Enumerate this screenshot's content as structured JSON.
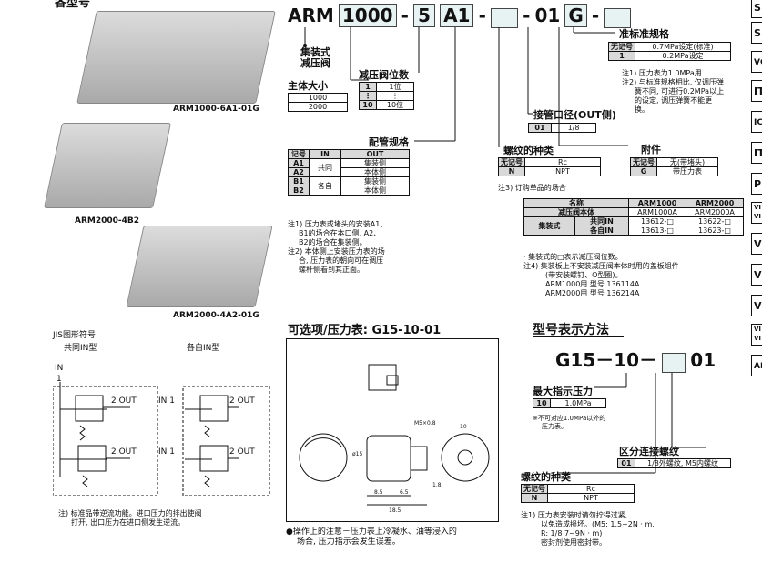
{
  "top_left_title": "各型号",
  "photos": [
    {
      "caption": "ARM1000-6A1-01G"
    },
    {
      "caption": "ARM2000-4B2"
    },
    {
      "caption": "ARM2000-4A2-01G"
    }
  ],
  "code": {
    "prefix": "ARM",
    "size": "1000",
    "stations": "5",
    "piping": "A1",
    "port": "01",
    "accessory": "G",
    "dash": "-"
  },
  "labels": {
    "series": "集装式\n减压阀",
    "body_size": "主体大小",
    "stations": "减压阀位数",
    "piping": "配管规格",
    "port": "接管口径(OUT侧)",
    "thread": "螺纹的种类",
    "accessory": "附件",
    "standard": "准标准规格"
  },
  "body_size_table": [
    "1000",
    "2000"
  ],
  "stations_table": [
    [
      "1",
      "1位"
    ],
    [
      "⋮",
      "⋮"
    ],
    [
      "10",
      "10位"
    ]
  ],
  "piping_table": {
    "headers": [
      "记号",
      "IN",
      "OUT"
    ],
    "rows": [
      [
        "A1",
        "共同",
        "集装侧"
      ],
      [
        "A2",
        "",
        "本体侧"
      ],
      [
        "B1",
        "各自",
        "集装侧"
      ],
      [
        "B2",
        "",
        "本体侧"
      ]
    ]
  },
  "piping_notes": [
    "注1) 压力表或堵头的安装A1、",
    "B1的场合在本口侧, A2、",
    "B2的场合在集装侧。",
    "注2) 本体侧上安装压力表的场",
    "合, 压力表的朝向可在调压",
    "螺杆侧看到其正面。"
  ],
  "port_table": [
    [
      "01",
      "1/8"
    ]
  ],
  "thread_table": {
    "header": "无记号",
    "rows": [
      [
        "无记号",
        "Rc"
      ],
      [
        "N",
        "NPT"
      ]
    ]
  },
  "accessory_table": [
    [
      "无记号",
      "无(带堵头)"
    ],
    [
      "G",
      "带压力表"
    ]
  ],
  "standard_table": [
    [
      "无记号",
      "0.7MPa设定(标准)"
    ],
    [
      "1",
      "0.2MPa设定"
    ]
  ],
  "standard_notes": [
    "注1) 压力表为1.0MPa用",
    "注2) 与标准规格相比, 仅调压弹",
    "簧不同, 可进行0.2MPa以上",
    "的设定, 调压弹簧不能更",
    "换。"
  ],
  "note3": "注3) 订购单品的场合",
  "order_table": {
    "headers": [
      "名称",
      "ARM1000",
      "ARM2000"
    ],
    "rows": [
      [
        "减压阀本体",
        "ARM1000A",
        "ARM2000A"
      ],
      [
        "集装式",
        "共同IN",
        "13612-□",
        "13622-□"
      ],
      [
        "",
        "各自IN",
        "13613-□",
        "13623-□"
      ]
    ]
  },
  "order_notes": [
    "· 集装式的□表示减压阀位数。",
    "注4) 集装板上不安装减压阀本体时用的盖板组件",
    "(带安装螺钉、O型圈)。",
    "ARM1000用 型号 136114A",
    "ARM2000用 型号 136214A"
  ],
  "jis": {
    "title": "JIS图形符号",
    "common": "共同IN型",
    "separate": "各自IN型",
    "in": "IN",
    "one": "1",
    "out": "2 OUT",
    "in1": "IN 1"
  },
  "jis_note": [
    "注) 标准品带逆流功能。进口压力的排出使阀",
    "打开, 出口压力在进口侧发生逆流。"
  ],
  "gauge": {
    "title": "可选项/压力表: G15-10-01",
    "note": [
      "●操作上的注意－压力表上冷凝水、油等浸入的",
      "场合, 压力指示会发生误差。"
    ],
    "dims": [
      "M5×0.8",
      "ø15",
      "8.5",
      "6.5",
      "18.5",
      "10",
      "1.8"
    ]
  },
  "model": {
    "title": "型号表示方法",
    "code": "G15－10－",
    "suffix": "01",
    "max_pressure": "最大指示压力",
    "max_table": [
      [
        "10",
        "1.0MPa"
      ]
    ],
    "max_note": [
      "※不可对应1.0MPa以外的",
      "压力表。"
    ],
    "conn_thread": "区分连接螺纹",
    "conn_table": [
      [
        "01",
        "1/8外螺纹, M5内螺纹"
      ]
    ],
    "thread": "螺纹的种类",
    "thread_table": [
      [
        "无记号",
        "Rc"
      ],
      [
        "N",
        "NPT"
      ]
    ],
    "notes": [
      "注1) 压力表安装时请勿拧得过紧,",
      "以免造成损坏。(M5: 1.5~2N · m,",
      "R: 1/8 7~9N · m)",
      "密封剂使用密封带。"
    ]
  },
  "side_tabs": [
    "S",
    "S",
    "VC",
    "IT",
    "IC",
    "IT",
    "P",
    "VI VI",
    "V",
    "V",
    "V",
    "VI VI",
    "AR"
  ]
}
